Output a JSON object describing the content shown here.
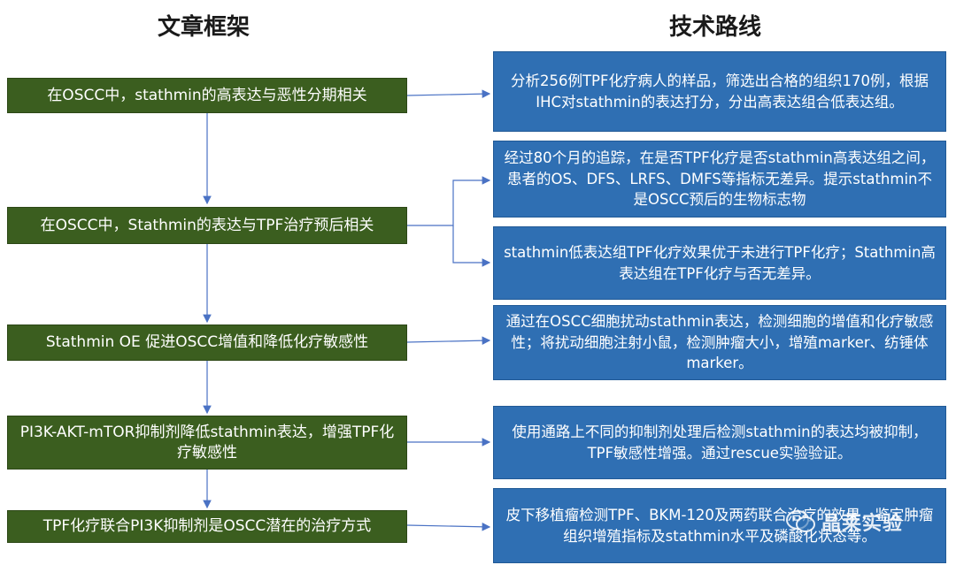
{
  "headings": {
    "left": "文章框架",
    "right": "技术路线"
  },
  "framework": [
    "在OSCC中，stathmin的高表达与恶性分期相关",
    "在OSCC中，Stathmin的表达与TPF治疗预后相关",
    "Stathmin OE 促进OSCC增值和降低化疗敏感性",
    "PI3K-AKT-mTOR抑制剂降低stathmin表达，增强TPF化疗敏感性",
    "TPF化疗联合PI3K抑制剂是OSCC潜在的治疗方式"
  ],
  "route": [
    "分析256例TPF化疗病人的样品，筛选出合格的组织170例，根据IHC对stathmin的表达打分，分出高表达组合低表达组。",
    "经过80个月的追踪，在是否TPF化疗是否stathmin高表达组之间，患者的OS、DFS、LRFS、DMFS等指标无差异。提示stathmin不是OSCC预后的生物标志物",
    "stathmin低表达组TPF化疗效果优于未进行TPF化疗；Stathmin高表达组在TPF化疗与否无差异。",
    "通过在OSCC细胞扰动stathmin表达，检测细胞的增值和化疗敏感性；将扰动细胞注射小鼠，检测肿瘤大小，增殖marker、纺锤体marker。",
    "使用通路上不同的抑制剂处理后检测stathmin的表达均被抑制，TPF敏感性增强。通过rescue实验验证。",
    "皮下移植瘤检测TPF、BKM-120及两药联合治疗的效果，鉴定肿瘤组织增殖指标及stathmin水平及磷酸化状态等。"
  ],
  "watermark": "晶莱实验",
  "colors": {
    "framework_box": "#3b5e1f",
    "route_box": "#2f6fb3",
    "connector": "#4a72c4"
  }
}
